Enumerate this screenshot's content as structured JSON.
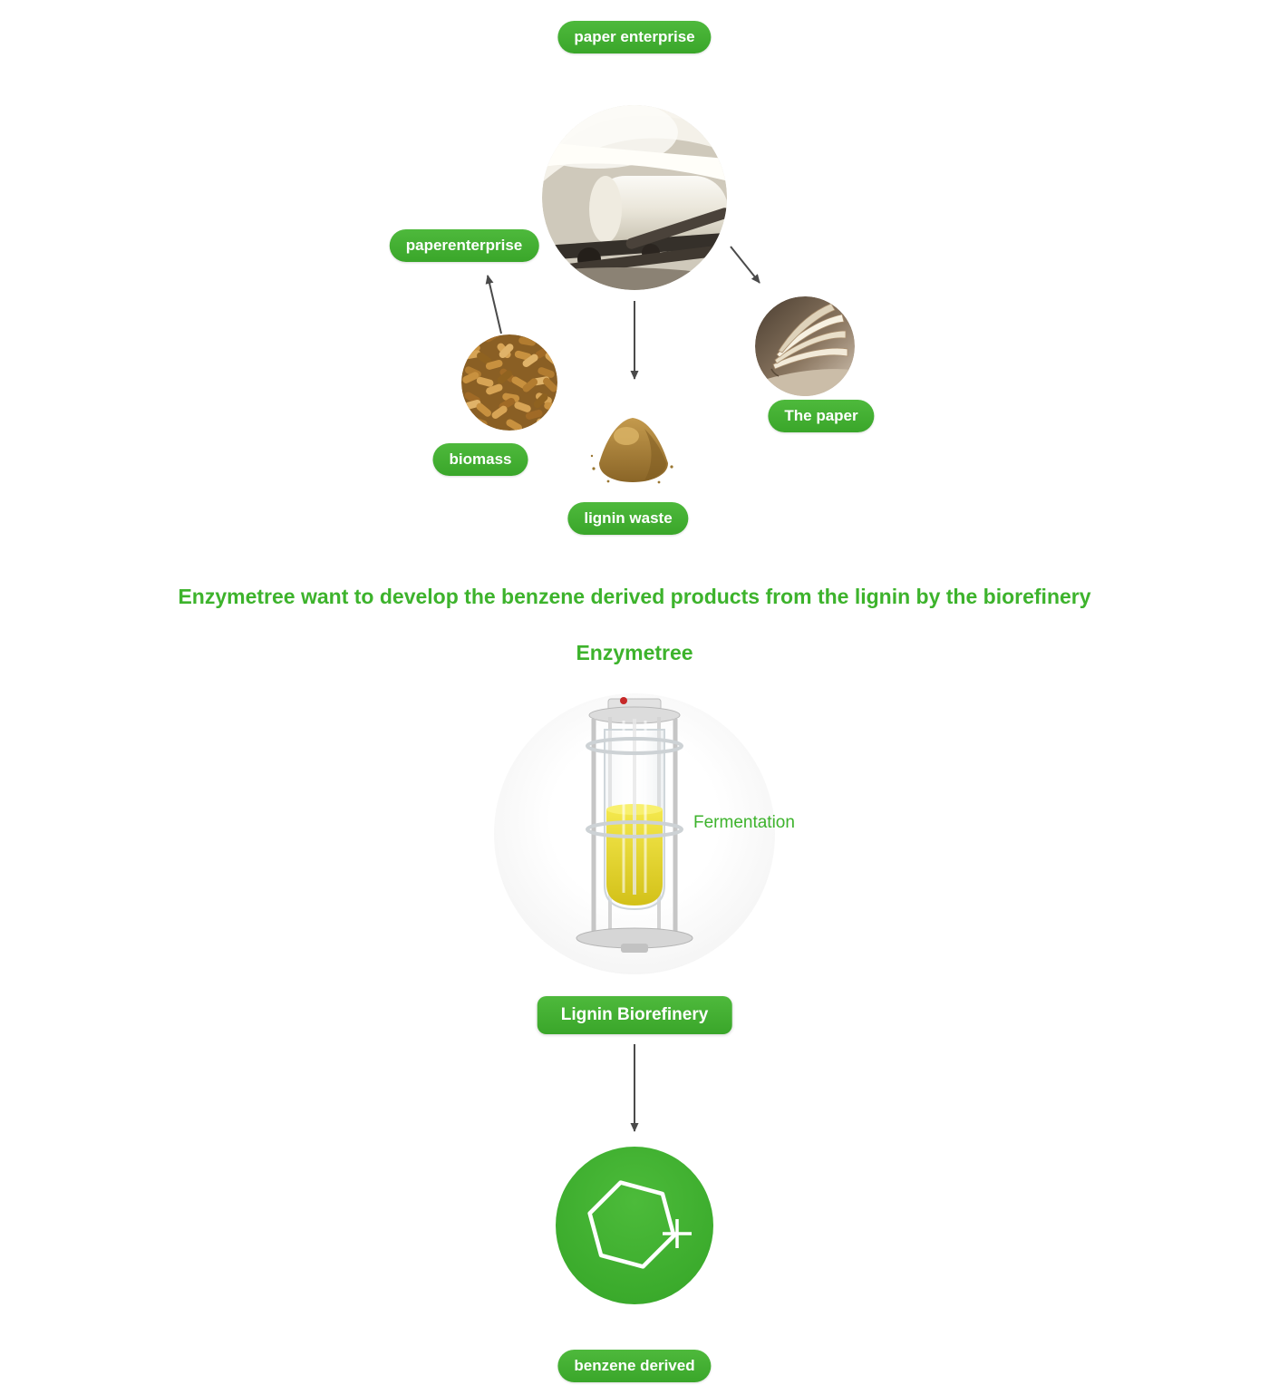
{
  "colors": {
    "accent_green": "#3db32c",
    "badge_green": "#3aa62a",
    "arrow_gray": "#4a4a4a"
  },
  "badges": {
    "paper_enterprise_top": "paper enterprise",
    "paper_enterprise_left": "paperenterprise",
    "biomass": "biomass",
    "lignin_waste": "lignin waste",
    "the_paper": "The paper",
    "lignin_biorefinery": "Lignin Biorefinery",
    "benzene_derived": "benzene derived"
  },
  "text": {
    "headline": "Enzymetree want to develop the benzene derived products from the lignin by the biorefinery",
    "brand": "Enzymetree",
    "fermentation_label": "Fermentation"
  },
  "illustrations": {
    "paper_mill": "paper-mill-photo",
    "biomass": "wood-pellets-photo",
    "lignin_waste": "lignin-powder-photo",
    "the_paper": "book-pages-photo",
    "fermenter": "glass-bioreactor-photo",
    "benzene": "benzene-ring-icon"
  }
}
